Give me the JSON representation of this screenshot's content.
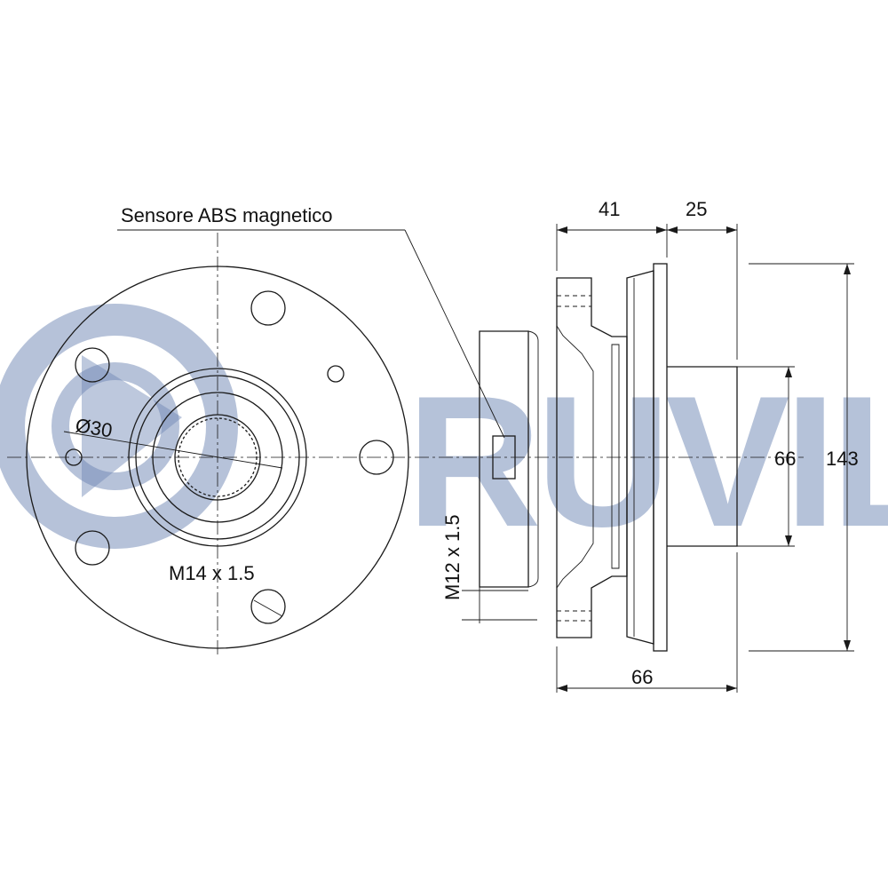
{
  "watermark": {
    "text": "RUVILLE",
    "color": "#6d86b4",
    "opacity": 0.5,
    "logo": "ruville-ring-logo"
  },
  "labels": {
    "abs_sensor": "Sensore ABS magnetico",
    "bore_diameter": "Ø30",
    "wheel_stud_thread": "M14 x 1.5",
    "axle_thread": "M12 x 1.5",
    "dim_hub_depth": "41",
    "dim_flange_offset": "25",
    "dim_pilot_diameter": "66",
    "dim_flange_diameter": "143",
    "dim_overall_length": "66"
  },
  "colors": {
    "line": "#1a1a1a",
    "background": "#ffffff"
  }
}
